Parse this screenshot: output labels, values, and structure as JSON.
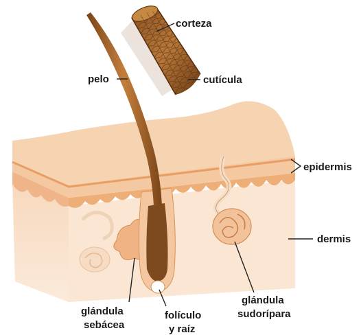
{
  "labels": {
    "corteza": "corteza",
    "pelo": "pelo",
    "cuticula": "cutícula",
    "epidermis": "epidermis",
    "dermis": "dermis",
    "glandula_sebacea_1": "glándula",
    "glandula_sebacea_2": "sebácea",
    "foliculo_1": "folículo",
    "foliculo_2": "y raíz",
    "glandula_sudoripara_1": "glándula",
    "glandula_sudoripara_2": "sudorípara"
  },
  "colors": {
    "skin_surface": "#f3c8a0",
    "epidermis_band": "#efb07a",
    "dermis": "#f9e3cc",
    "hair": "#a8682e",
    "hair_dark": "#6b3e17",
    "gland": "#f0b58a",
    "label_text": "#1a1a1a"
  }
}
